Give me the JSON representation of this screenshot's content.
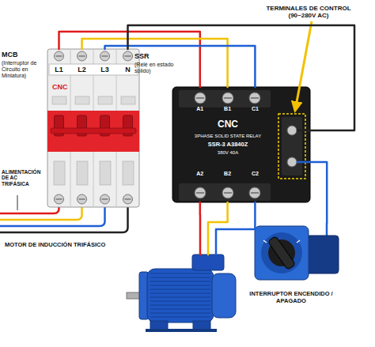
{
  "diagram": {
    "nodes": [
      {
        "text": [
          "MCB",
          "(Interruptor de Circuito en Miniatura)",
          "L1",
          "L2",
          "L3",
          "N",
          "CNC"
        ]
      },
      {
        "text": [
          "SSR",
          "(Relé en estado sólido)",
          "A1",
          "B1",
          "C1",
          "CNC",
          "3PHASE SOLID STATE RELAY",
          "SSR-3 A3840Z",
          "380V 40A",
          "A2",
          "B2",
          "C2"
        ]
      },
      {
        "text": [
          "MOTOR DE INDUCCIÓN TRIFÁSICO"
        ]
      },
      {
        "text": [
          "INTERRUPTOR ENCENDIDO / APAGADO"
        ]
      }
    ],
    "edges": [
      {
        "from": 0,
        "to": 1,
        "arrow": "none"
      },
      {
        "from": 1,
        "to": 2,
        "arrow": "none"
      },
      {
        "from": 3,
        "to": 1,
        "arrow": "none"
      }
    ],
    "labels": [
      "TERMINALES DE CONTROL (90~280V AC)",
      "ALIMENTACIÓN DE AC TRIFÁSICA"
    ]
  }
}
